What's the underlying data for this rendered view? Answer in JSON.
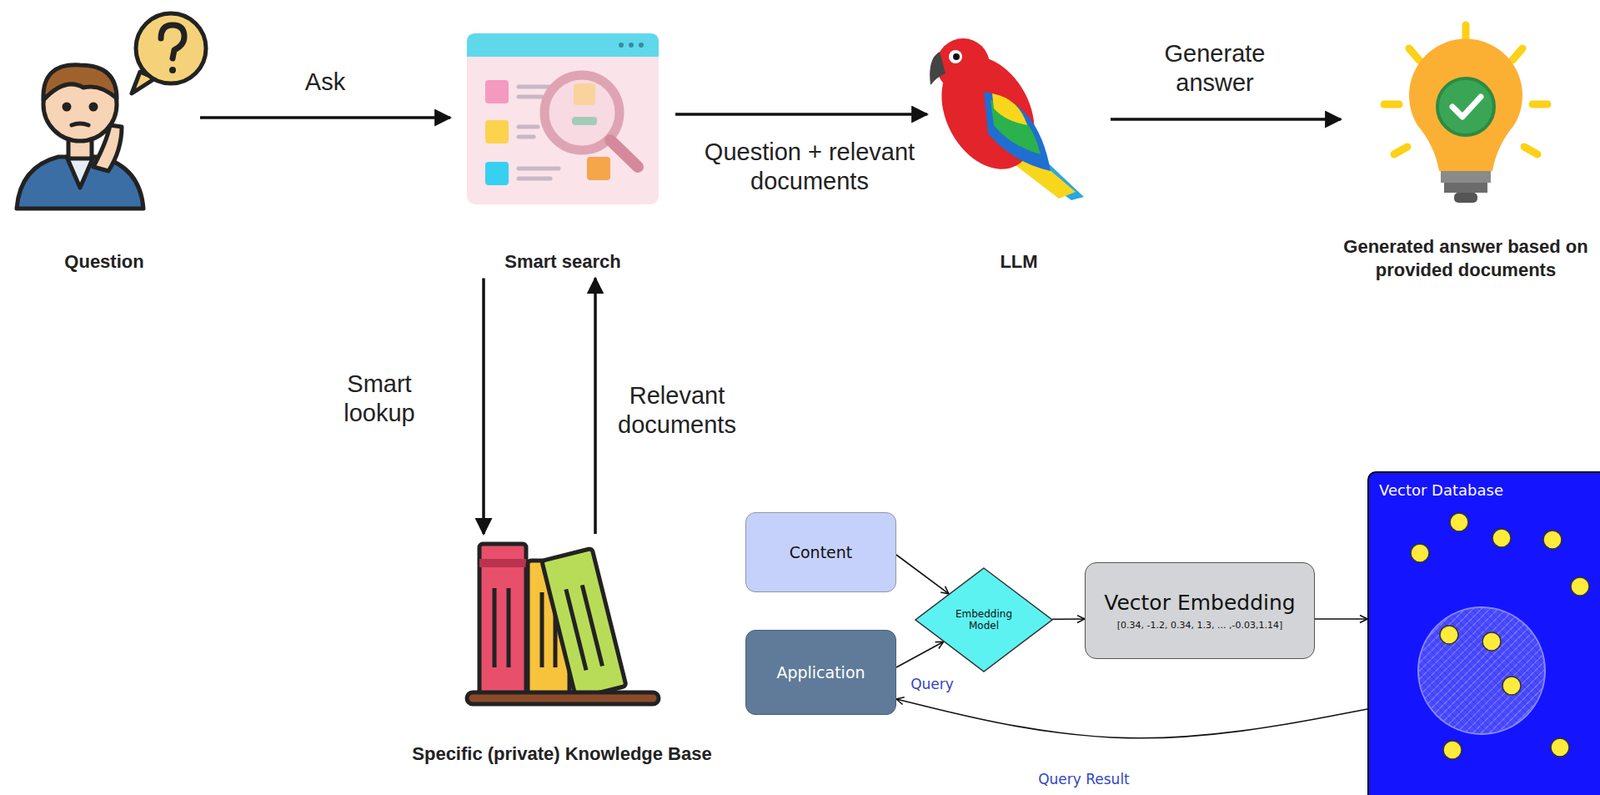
{
  "diagram": {
    "nodes": [
      {
        "text": [
          "Question"
        ]
      },
      {
        "text": [
          "Smart search"
        ]
      },
      {
        "text": [
          "LLM"
        ]
      },
      {
        "text": [
          "Generated answer based on provided documents"
        ]
      },
      {
        "text": [
          "Specific (private) Knowledge Base"
        ]
      },
      {
        "text": [
          "Content"
        ]
      },
      {
        "text": [
          "Application"
        ]
      },
      {
        "text": [
          "Embedding Model"
        ]
      },
      {
        "text": [
          "Vector Embedding",
          "[0.34, -1.2, 0.34, 1.3, ... ,-0.03,1.14]"
        ]
      },
      {
        "text": [
          "Vector Database"
        ]
      }
    ],
    "edges": [
      {
        "from": 0,
        "to": 1,
        "label": "Ask",
        "arrow": "to"
      },
      {
        "from": 1,
        "to": 2,
        "label": "Question + relevant documents",
        "arrow": "to"
      },
      {
        "from": 2,
        "to": 3,
        "label": "Generate answer",
        "arrow": "to"
      },
      {
        "from": 1,
        "to": 4,
        "label": "Smart lookup",
        "arrow": "to"
      },
      {
        "from": 4,
        "to": 1,
        "label": "Relevant documents",
        "arrow": "to"
      },
      {
        "from": 5,
        "to": 7,
        "arrow": "to"
      },
      {
        "from": 6,
        "to": 7,
        "label": "Query",
        "arrow": "to"
      },
      {
        "from": 7,
        "to": 8,
        "arrow": "to"
      },
      {
        "from": 8,
        "to": 9,
        "arrow": "to"
      },
      {
        "from": 9,
        "to": 6,
        "label": "Query Result",
        "arrow": "to"
      }
    ]
  }
}
